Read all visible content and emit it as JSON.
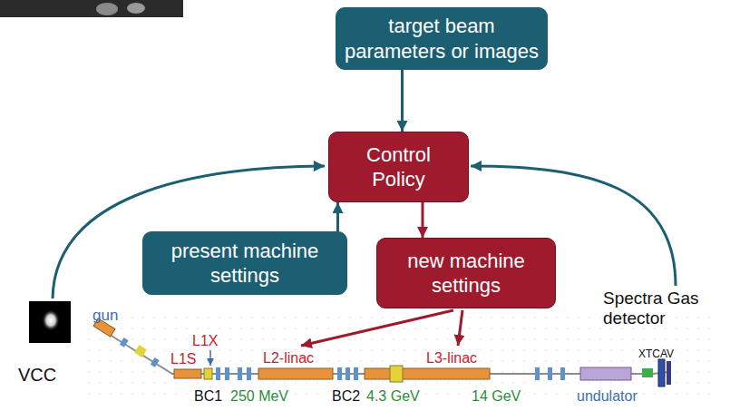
{
  "diagram": {
    "nodes": [
      {
        "text": [
          "target beam parameters or images"
        ]
      },
      {
        "text": [
          "Control Policy"
        ]
      },
      {
        "text": [
          "present machine settings"
        ]
      },
      {
        "text": [
          "new machine settings"
        ]
      }
    ],
    "edges": [
      {
        "from": 0,
        "to": 1,
        "arrow": "to"
      },
      {
        "from": 2,
        "to": 1,
        "arrow": "to"
      },
      {
        "from": 1,
        "to": 3,
        "arrow": "to"
      }
    ],
    "labels": [
      "VCC",
      "gun",
      "L1X",
      "L1S",
      "BC1",
      "250 MeV",
      "L2-linac",
      "BC2",
      "4.3 GeV",
      "L3-linac",
      "14 GeV",
      "undulator",
      "Spectra Gas detector",
      "XTCAV"
    ]
  }
}
